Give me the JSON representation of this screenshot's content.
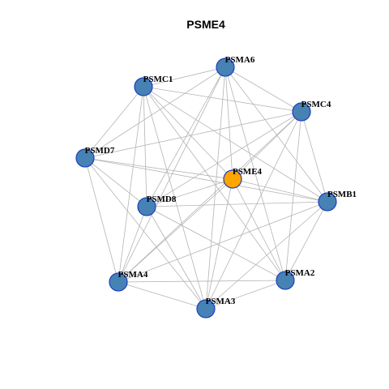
{
  "title": "PSME4",
  "colors": {
    "node_fill": "#4682b4",
    "node_stroke": "#1f3fbf",
    "center_fill": "#ffa500",
    "center_stroke": "#1f3fbf",
    "edge": "#b4b4b4",
    "background": "#ffffff"
  },
  "nodes": [
    {
      "id": "PSMA6",
      "label": "PSMA6",
      "center": false
    },
    {
      "id": "PSMC1",
      "label": "PSMC1",
      "center": false
    },
    {
      "id": "PSMC4",
      "label": "PSMC4",
      "center": false
    },
    {
      "id": "PSMD7",
      "label": "PSMD7",
      "center": false
    },
    {
      "id": "PSME4",
      "label": "PSME4",
      "center": true
    },
    {
      "id": "PSMB1",
      "label": "PSMB1",
      "center": false
    },
    {
      "id": "PSMD8",
      "label": "PSMD8",
      "center": false
    },
    {
      "id": "PSMA4",
      "label": "PSMA4",
      "center": false
    },
    {
      "id": "PSMA2",
      "label": "PSMA2",
      "center": false
    },
    {
      "id": "PSMA3",
      "label": "PSMA3",
      "center": false
    }
  ],
  "edges": [
    [
      "PSMA6",
      "PSMC1"
    ],
    [
      "PSMA6",
      "PSMC4"
    ],
    [
      "PSMA6",
      "PSMD7"
    ],
    [
      "PSMA6",
      "PSMB1"
    ],
    [
      "PSMA6",
      "PSMD8"
    ],
    [
      "PSMA6",
      "PSMA4"
    ],
    [
      "PSMA6",
      "PSMA2"
    ],
    [
      "PSMA6",
      "PSMA3"
    ],
    [
      "PSMA6",
      "PSME4"
    ],
    [
      "PSMC1",
      "PSMC4"
    ],
    [
      "PSMC1",
      "PSMD7"
    ],
    [
      "PSMC1",
      "PSMB1"
    ],
    [
      "PSMC1",
      "PSMD8"
    ],
    [
      "PSMC1",
      "PSMA4"
    ],
    [
      "PSMC1",
      "PSMA2"
    ],
    [
      "PSMC1",
      "PSMA3"
    ],
    [
      "PSMC1",
      "PSME4"
    ],
    [
      "PSMC4",
      "PSMD7"
    ],
    [
      "PSMC4",
      "PSMB1"
    ],
    [
      "PSMC4",
      "PSMD8"
    ],
    [
      "PSMC4",
      "PSMA4"
    ],
    [
      "PSMC4",
      "PSMA2"
    ],
    [
      "PSMC4",
      "PSMA3"
    ],
    [
      "PSMC4",
      "PSME4"
    ],
    [
      "PSMD7",
      "PSMB1"
    ],
    [
      "PSMD7",
      "PSMD8"
    ],
    [
      "PSMD7",
      "PSMA4"
    ],
    [
      "PSMD7",
      "PSMA3"
    ],
    [
      "PSMD7",
      "PSME4"
    ],
    [
      "PSME4",
      "PSMB1"
    ],
    [
      "PSME4",
      "PSMD8"
    ],
    [
      "PSME4",
      "PSMA4"
    ],
    [
      "PSME4",
      "PSMA2"
    ],
    [
      "PSME4",
      "PSMA3"
    ],
    [
      "PSMB1",
      "PSMD8"
    ],
    [
      "PSMB1",
      "PSMA4"
    ],
    [
      "PSMB1",
      "PSMA2"
    ],
    [
      "PSMB1",
      "PSMA3"
    ],
    [
      "PSMD8",
      "PSMA2"
    ],
    [
      "PSMD8",
      "PSMA3"
    ],
    [
      "PSMD8",
      "PSMA4"
    ],
    [
      "PSMA4",
      "PSMA2"
    ],
    [
      "PSMA4",
      "PSMA3"
    ],
    [
      "PSMA2",
      "PSMA3"
    ]
  ]
}
